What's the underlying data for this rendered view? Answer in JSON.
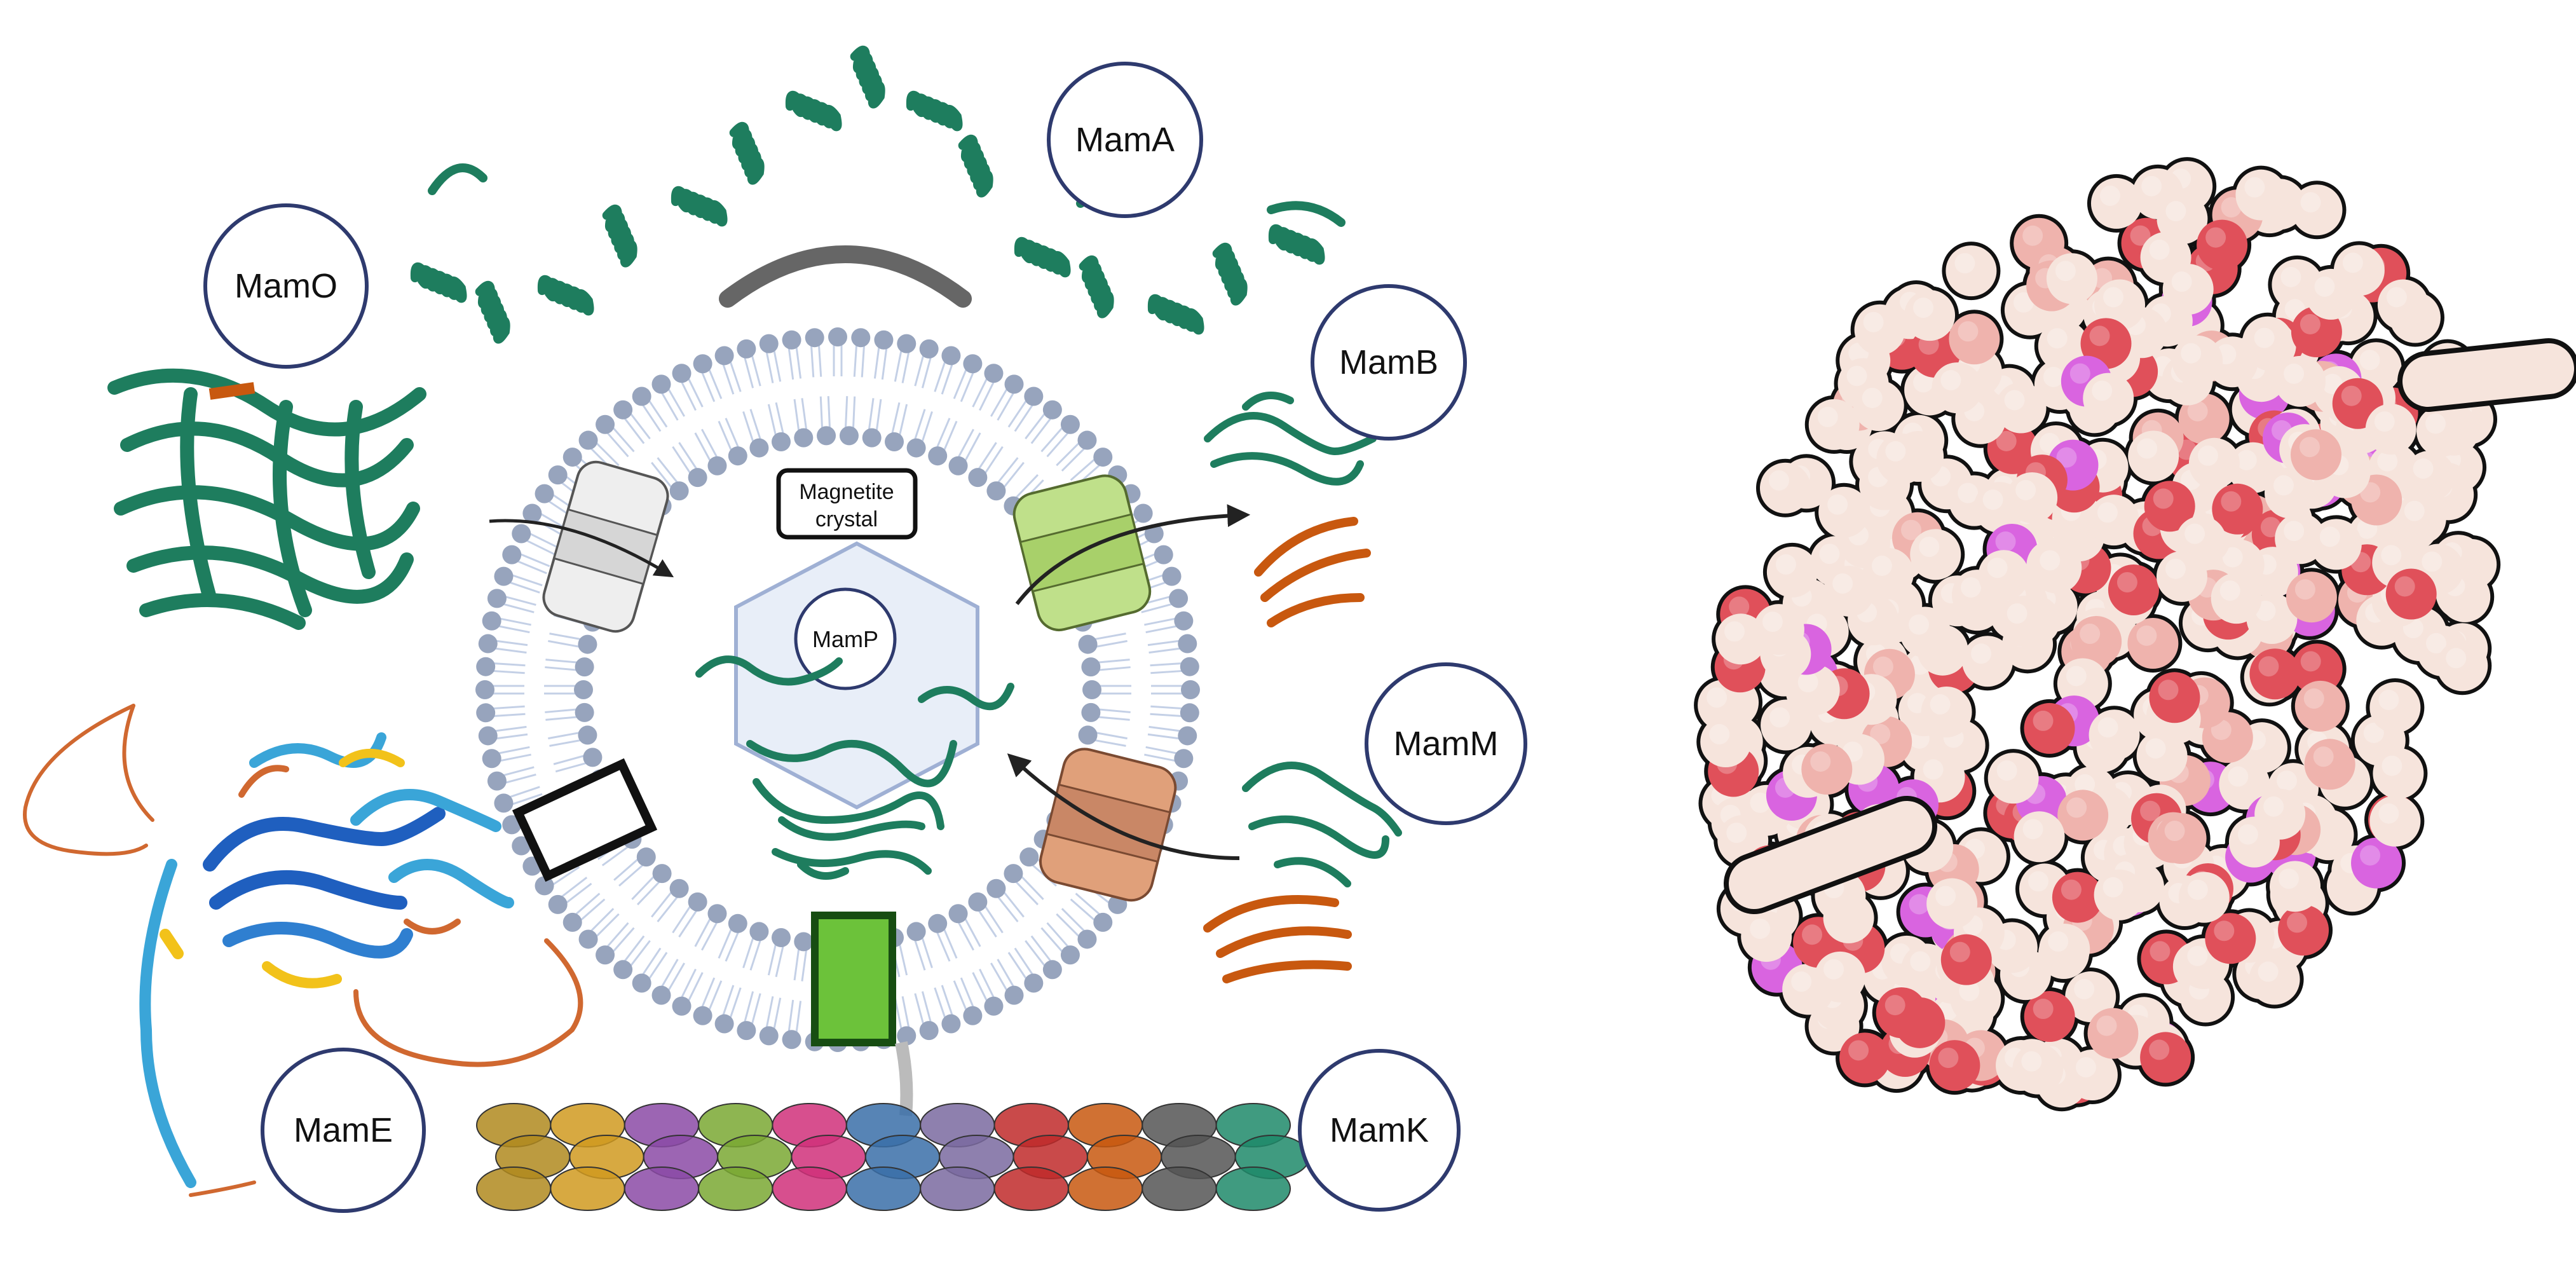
{
  "labels": {
    "mamA": "MamA",
    "mamO": "MamO",
    "mamB": "MamB",
    "mamM": "MamM",
    "mamE": "MamE",
    "mamK": "MamK",
    "mamP": "MamP",
    "magnetite_line1": "Magnetite",
    "magnetite_line2": "crystal"
  },
  "colors": {
    "label_border": "#2e3a6e",
    "protein_green": "#1e7d5e",
    "protein_orange": "#c8580f",
    "membrane_head": "#97a4bd",
    "membrane_tail": "#c4d0e6",
    "crystal_fill": "#e8eef8",
    "crystal_stroke": "#9fb0d4",
    "channel_light_green": "#bfe08a",
    "channel_salmon": "#e0a07a",
    "channel_grey": "#eeeeee",
    "transporter_green": "#6cc23a",
    "surface_cream": "#f6e4dc",
    "surface_red": "#e0505a",
    "surface_magenta": "#d964e0"
  },
  "icons": [
    "arrow-icon"
  ]
}
